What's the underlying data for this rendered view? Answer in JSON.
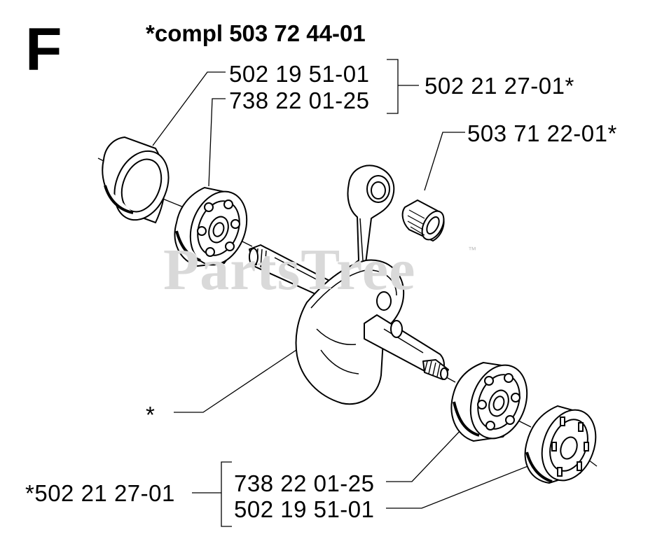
{
  "diagram": {
    "section_letter": "F",
    "assembly_title": "*compl 503 72 44-01",
    "watermark": "PartsTree",
    "watermark_tm": "™",
    "callouts": {
      "upper_bearing_cover": "502 19 51-01",
      "upper_bearing": "738 22 01-25",
      "upper_kit": "502 21 27-01*",
      "needle_bearing": "503 71 22-01*",
      "crankshaft": "*",
      "lower_kit": "*502 21 27-01",
      "lower_bearing": "738 22 01-25",
      "lower_seal": "502 19 51-01"
    }
  }
}
